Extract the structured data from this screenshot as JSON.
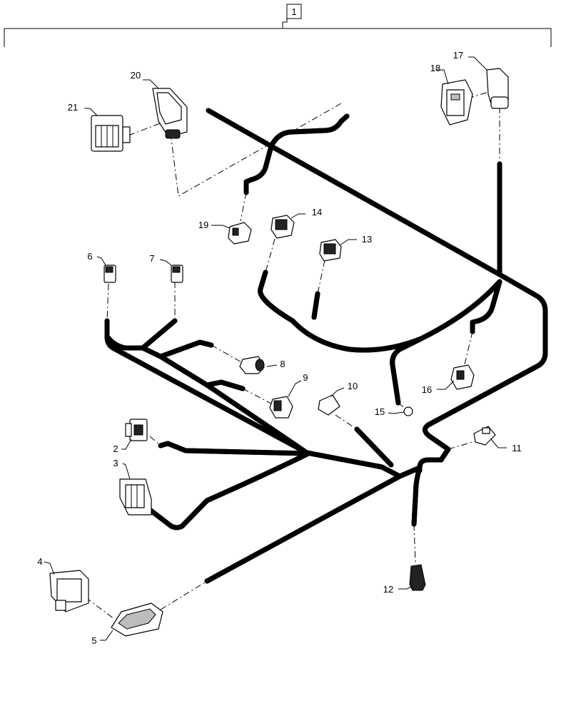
{
  "assembly_label": "1",
  "callouts": [
    {
      "id": "2",
      "text": "2"
    },
    {
      "id": "3",
      "text": "3"
    },
    {
      "id": "4",
      "text": "4"
    },
    {
      "id": "5",
      "text": "5"
    },
    {
      "id": "6",
      "text": "6"
    },
    {
      "id": "7",
      "text": "7"
    },
    {
      "id": "8",
      "text": "8"
    },
    {
      "id": "9",
      "text": "9"
    },
    {
      "id": "10",
      "text": "10"
    },
    {
      "id": "11",
      "text": "11"
    },
    {
      "id": "12",
      "text": "12"
    },
    {
      "id": "13",
      "text": "13"
    },
    {
      "id": "14",
      "text": "14"
    },
    {
      "id": "15",
      "text": "15"
    },
    {
      "id": "16",
      "text": "16"
    },
    {
      "id": "17",
      "text": "17"
    },
    {
      "id": "18",
      "text": "18"
    },
    {
      "id": "19",
      "text": "19"
    },
    {
      "id": "20",
      "text": "20"
    },
    {
      "id": "21",
      "text": "21"
    }
  ]
}
